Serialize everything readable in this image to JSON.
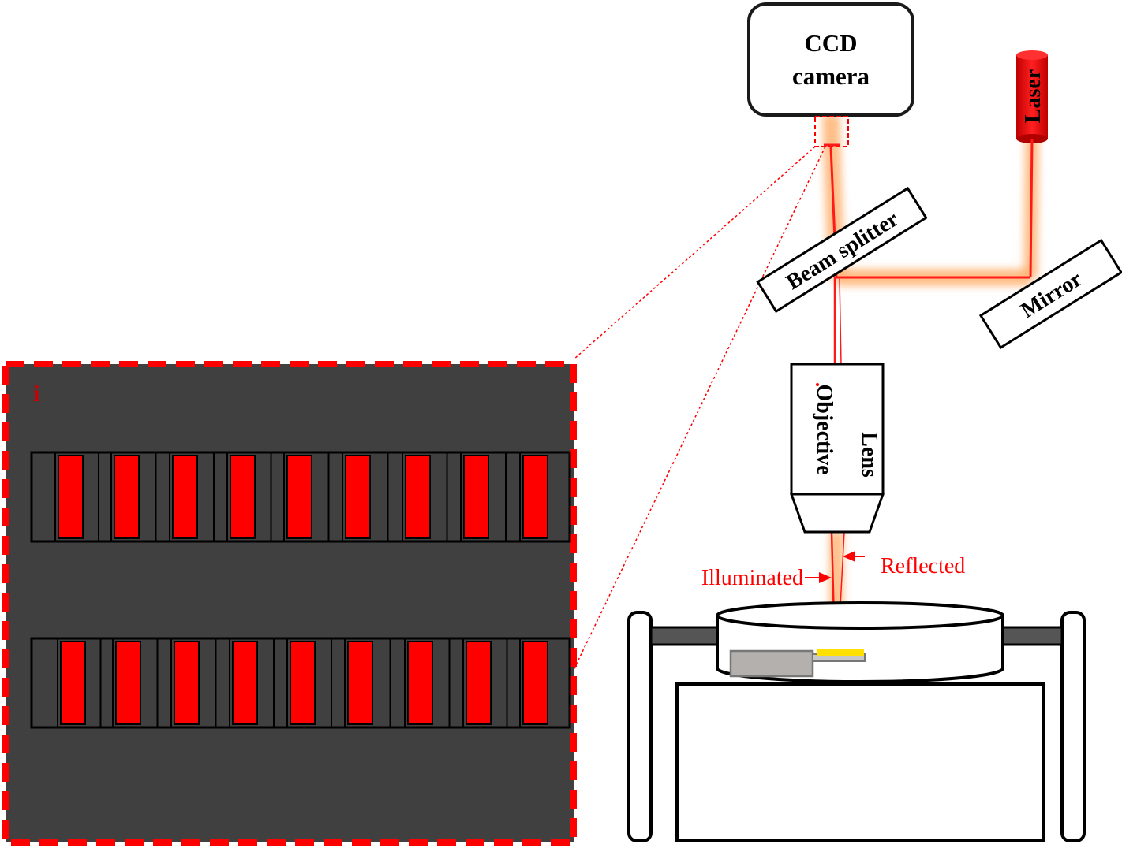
{
  "labels": {
    "camera_line1": "CCD",
    "camera_line2": "camera",
    "laser": "Laser",
    "beam_splitter": "Beam splitter",
    "mirror": "Mirror",
    "objective_line1": "Objective",
    "objective_line2": "Lens",
    "illuminated": "Illuminated",
    "reflected": "Reflected",
    "inset_label": "i"
  },
  "colors": {
    "beam": "#ff1a1a",
    "glow": "#ffb070",
    "inset_bg": "#404040",
    "inset_border": "#ff0000",
    "stripe": "#ff0000",
    "sample": "#ffe000",
    "slide": "#b3b0ae",
    "post": "#555555"
  },
  "inset": {
    "rows": 2,
    "stripes_per_row": 9
  }
}
